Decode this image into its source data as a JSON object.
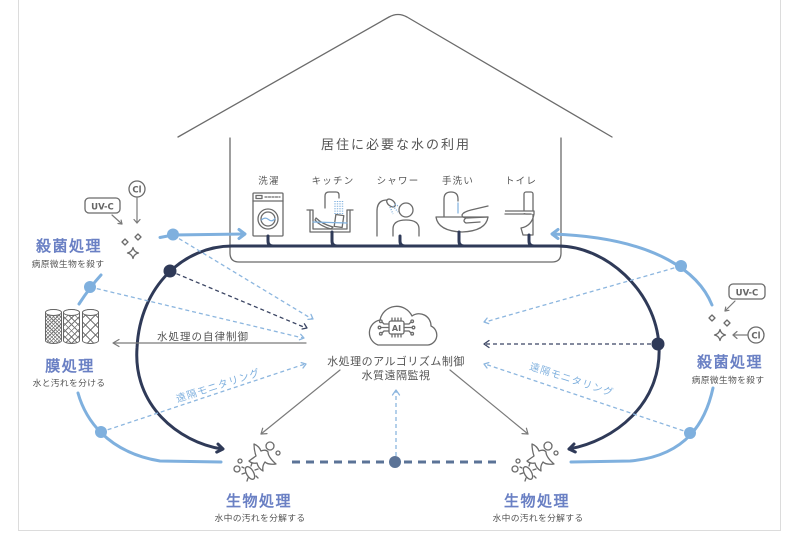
{
  "house": {
    "title": "居住に必要な水の利用",
    "fixtures": [
      {
        "label": "洗濯",
        "icon": "washing-machine-icon"
      },
      {
        "label": "キッチン",
        "icon": "kitchen-sink-icon"
      },
      {
        "label": "シャワー",
        "icon": "shower-icon"
      },
      {
        "label": "手洗い",
        "icon": "hand-washing-icon"
      },
      {
        "label": "トイレ",
        "icon": "toilet-icon"
      }
    ]
  },
  "center": {
    "icon": "ai-cloud-icon",
    "chip_label": "AI",
    "control_text": "水処理のアルゴリズム制御",
    "monitoring_text": "水質遠隔監視"
  },
  "processes": {
    "left_sterilization": {
      "title": "殺菌処理",
      "subtitle": "病原微生物を殺す",
      "methods": [
        "UV-C",
        "Cl"
      ],
      "icon": "sparkle-icon"
    },
    "left_membrane": {
      "title": "膜処理",
      "subtitle": "水と汚れを分ける",
      "icon": "membrane-filter-icon"
    },
    "left_biological": {
      "title": "生物処理",
      "subtitle": "水中の汚れを分解する",
      "icon": "microorganism-icon"
    },
    "right_biological": {
      "title": "生物処理",
      "subtitle": "水中の汚れを分解する",
      "icon": "microorganism-icon"
    },
    "right_sterilization": {
      "title": "殺菌処理",
      "subtitle": "病原微生物を殺す",
      "methods": [
        "UV-C",
        "Cl"
      ],
      "icon": "sparkle-icon"
    }
  },
  "flows": {
    "autonomous_control": "水処理の自律制御",
    "remote_monitoring_left": "遠隔モニタリング",
    "remote_monitoring_right": "遠隔モニタリング"
  },
  "colors": {
    "treated_water": "#7fb0de",
    "wastewater": "#2f3a58",
    "monitoring": "#8cb6df",
    "control": "#3b4563",
    "signal_bus": "#5b7397",
    "process_title": "#6a80c4",
    "frame": "#dcdcdc"
  }
}
